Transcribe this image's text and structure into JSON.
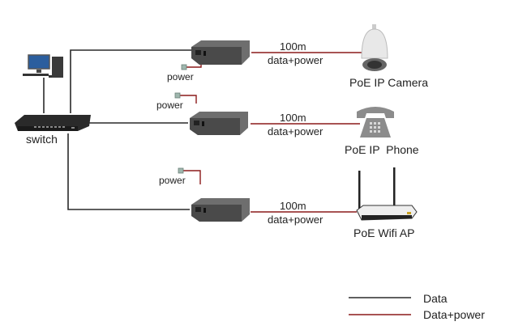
{
  "diagram": {
    "switch_label": "switch",
    "branches": [
      {
        "device": "PoE IP Camera",
        "distance": "100m",
        "link": "data+power",
        "power_label": "power"
      },
      {
        "device": "PoE IP  Phone",
        "distance": "100m",
        "link": "data+power",
        "power_label": "power"
      },
      {
        "device": "PoE Wifi AP",
        "distance": "100m",
        "link": "data+power",
        "power_label": "power"
      }
    ],
    "legend": [
      {
        "label": "Data",
        "color": "#222222"
      },
      {
        "label": "Data+power",
        "color": "#8b1a1a"
      }
    ]
  }
}
